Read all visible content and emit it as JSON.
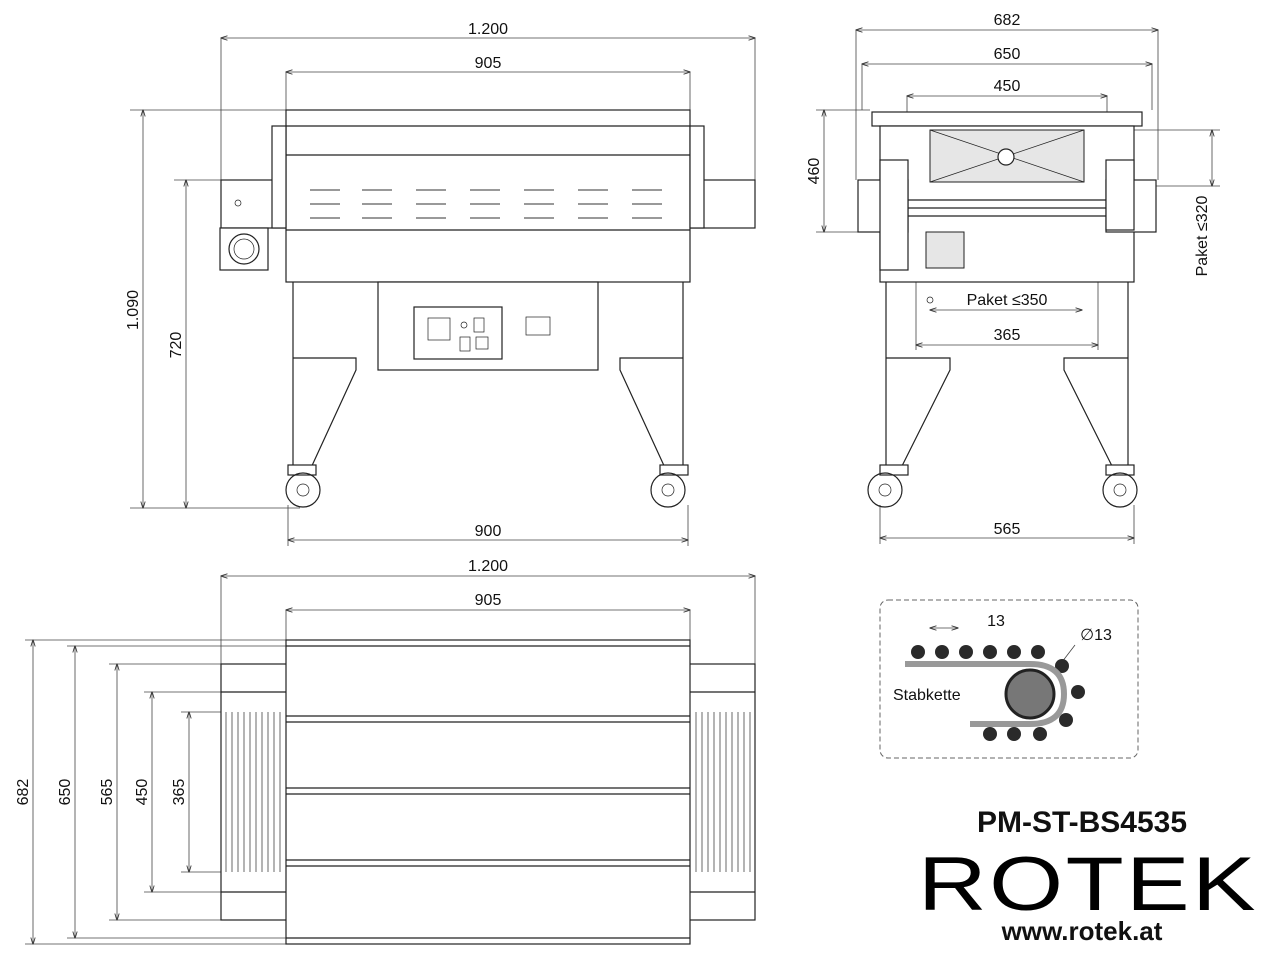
{
  "front_view": {
    "dim_overall_width": "1.200",
    "dim_chamber_width": "905",
    "dim_overall_height": "1.090",
    "dim_conveyor_height": "720",
    "dim_wheelbase": "900"
  },
  "side_view": {
    "dim_depth_682": "682",
    "dim_depth_650": "650",
    "dim_tunnel_450": "450",
    "dim_chamber_height": "460",
    "dim_package_height": "Paket ≤320",
    "dim_package_width": "Paket ≤350",
    "dim_belt_365": "365",
    "dim_wheels_565": "565"
  },
  "top_view": {
    "dim_overall_width": "1.200",
    "dim_chamber_width": "905",
    "dim_682": "682",
    "dim_650": "650",
    "dim_565": "565",
    "dim_450": "450",
    "dim_365": "365"
  },
  "chain_detail": {
    "pitch": "13",
    "rod_diameter": "∅13",
    "label": "Stabkette"
  },
  "branding": {
    "model": "PM-ST-BS4535",
    "logo": "ROTEK",
    "website": "www.rotek.at"
  }
}
